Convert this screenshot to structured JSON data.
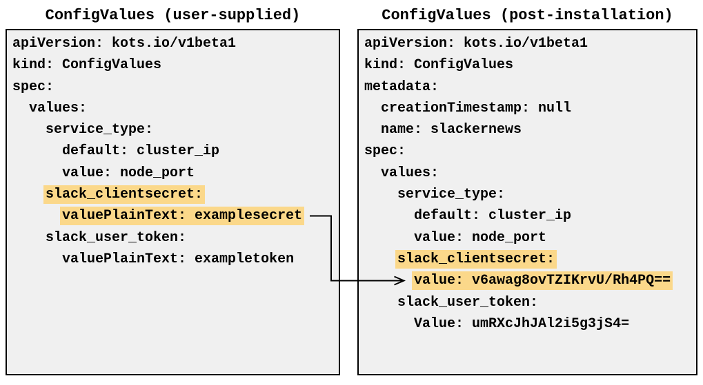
{
  "colors": {
    "panel_background": "#f0f0f0",
    "panel_border": "#000000",
    "highlight": "#fbd88a",
    "text": "#000000",
    "arrow": "#000000"
  },
  "left_panel": {
    "title": "ConfigValues (user-supplied)",
    "lines": [
      {
        "indent": "",
        "text": "apiVersion: kots.io/v1beta1",
        "highlight": false
      },
      {
        "indent": "",
        "text": "kind: ConfigValues",
        "highlight": false
      },
      {
        "indent": "",
        "text": "spec:",
        "highlight": false
      },
      {
        "indent": "  ",
        "text": "values:",
        "highlight": false
      },
      {
        "indent": "    ",
        "text": "service_type:",
        "highlight": false
      },
      {
        "indent": "      ",
        "text": "default: cluster_ip",
        "highlight": false
      },
      {
        "indent": "      ",
        "text": "value: node_port",
        "highlight": false
      },
      {
        "indent": "    ",
        "text": "slack_clientsecret:",
        "highlight": true
      },
      {
        "indent": "      ",
        "text": "valuePlainText: examplesecret",
        "highlight": true
      },
      {
        "indent": "    ",
        "text": "slack_user_token:",
        "highlight": false
      },
      {
        "indent": "      ",
        "text": "valuePlainText: exampletoken",
        "highlight": false
      }
    ]
  },
  "right_panel": {
    "title": "ConfigValues (post-installation)",
    "lines": [
      {
        "indent": "",
        "text": "apiVersion: kots.io/v1beta1",
        "highlight": false
      },
      {
        "indent": "",
        "text": "kind: ConfigValues",
        "highlight": false
      },
      {
        "indent": "",
        "text": "metadata:",
        "highlight": false
      },
      {
        "indent": "  ",
        "text": "creationTimestamp: null",
        "highlight": false
      },
      {
        "indent": "  ",
        "text": "name: slackernews",
        "highlight": false
      },
      {
        "indent": "",
        "text": "spec:",
        "highlight": false
      },
      {
        "indent": "  ",
        "text": "values:",
        "highlight": false
      },
      {
        "indent": "    ",
        "text": "service_type:",
        "highlight": false
      },
      {
        "indent": "      ",
        "text": "default: cluster_ip",
        "highlight": false
      },
      {
        "indent": "      ",
        "text": "value: node_port",
        "highlight": false
      },
      {
        "indent": "    ",
        "text": "slack_clientsecret:",
        "highlight": true
      },
      {
        "indent": "      ",
        "text": "value: v6awag8ovTZIKrvU/Rh4PQ==",
        "highlight": true
      },
      {
        "indent": "    ",
        "text": "slack_user_token:",
        "highlight": false
      },
      {
        "indent": "      ",
        "text": "Value: umRXcJhJAl2i5g3jS4=",
        "highlight": false
      }
    ]
  },
  "arrow": {
    "from": "valuePlainText: examplesecret",
    "to": "value: v6awag8ovTZIKrvU/Rh4PQ=="
  }
}
